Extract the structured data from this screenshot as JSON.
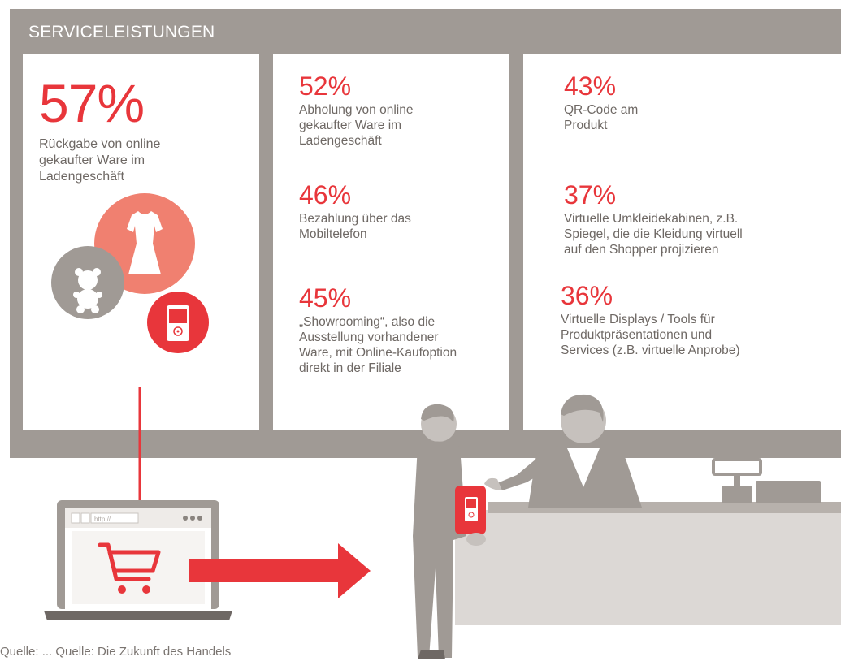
{
  "banner": {
    "title": "SERVICELEISTUNGEN"
  },
  "stats": [
    {
      "percent": "57%",
      "label": [
        "Rückgabe von online",
        "gekaufter Ware im",
        "Ladengeschäft"
      ]
    },
    {
      "percent": "52%",
      "label": [
        "Abholung von online",
        "gekaufter Ware im",
        "Ladengeschäft"
      ]
    },
    {
      "percent": "46%",
      "label": [
        "Bezahlung über das",
        "Mobiltelefon"
      ]
    },
    {
      "percent": "45%",
      "label": [
        "„Showrooming“, also die",
        "Ausstellung vorhandener",
        "Ware, mit Online-Kaufoption",
        "direkt in der Filiale"
      ]
    },
    {
      "percent": "43%",
      "label": [
        "QR-Code am",
        "Produkt"
      ]
    },
    {
      "percent": "37%",
      "label": [
        "Virtuelle Umkleidekabinen, z.B.",
        "Spiegel, die die Kleidung virtuell",
        "auf den Shopper projizieren"
      ]
    },
    {
      "percent": "36%",
      "label": [
        "Virtuelle Displays / Tools für",
        "Produktpräsentationen und",
        "Services (z.B. virtuelle Anprobe)"
      ]
    }
  ],
  "browser": {
    "url": "http://"
  },
  "source": "Quelle: ... Quelle: Die Zukunft des Handels",
  "colors": {
    "accent": "#e8363b",
    "salmon": "#f08070",
    "grey": "#a09a95",
    "text": "#6e6864"
  },
  "icons": [
    "dress-icon",
    "teddy-bear-icon",
    "mobile-phone-icon",
    "shopping-cart-icon",
    "arrow-right-icon",
    "arrow-down-icon"
  ]
}
